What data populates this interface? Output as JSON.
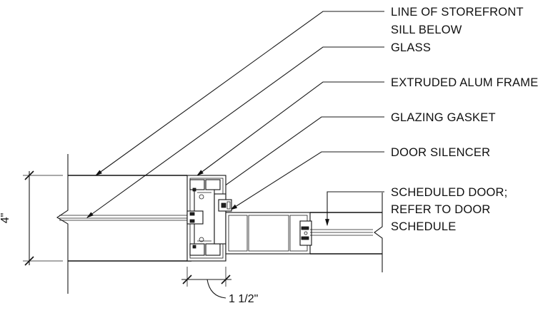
{
  "callouts": {
    "line_of_storefront": [
      "LINE OF STOREFRONT",
      "SILL BELOW"
    ],
    "glass": "GLASS",
    "extruded_alum_frame": "EXTRUDED ALUM FRAME",
    "glazing_gasket": "GLAZING GASKET",
    "door_silencer": "DOOR SILENCER",
    "scheduled_door": [
      "SCHEDULED DOOR;",
      "REFER TO DOOR",
      "SCHEDULE"
    ]
  },
  "dimensions": {
    "height": "4\"",
    "frame_width": "1 1/2\""
  }
}
